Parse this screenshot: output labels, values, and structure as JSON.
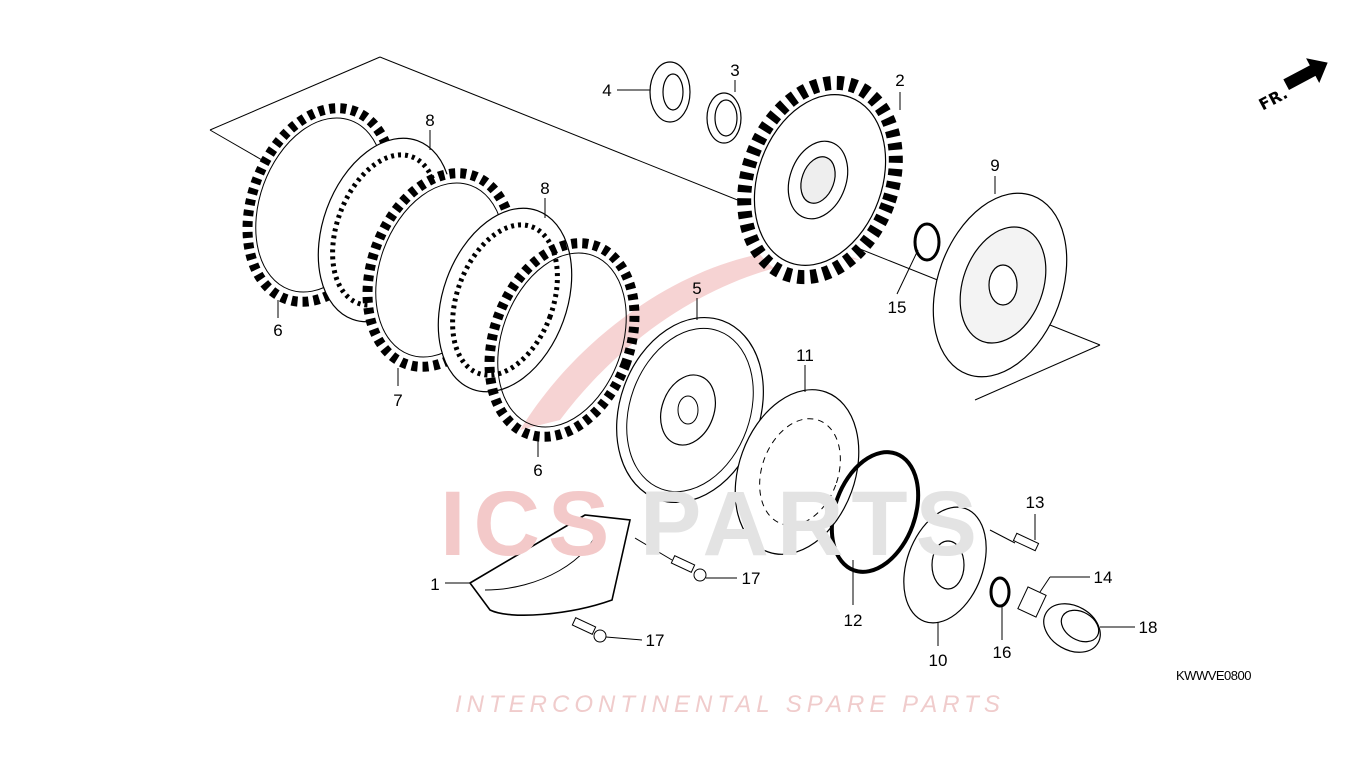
{
  "diagram": {
    "code": "KWWVE0800",
    "direction_marker": "FR.",
    "watermark": {
      "logo": "ICSPARTS",
      "tagline": "INTERCONTINENTAL SPARE PARTS"
    },
    "callouts": [
      "1",
      "2",
      "3",
      "4",
      "5",
      "6",
      "6",
      "7",
      "8",
      "8",
      "9",
      "10",
      "11",
      "12",
      "13",
      "14",
      "15",
      "16",
      "17",
      "17",
      "18"
    ]
  },
  "colors": {
    "line": "#000000",
    "watermark_red": "#f3c9c9",
    "watermark_grey": "#e6e6e6"
  }
}
